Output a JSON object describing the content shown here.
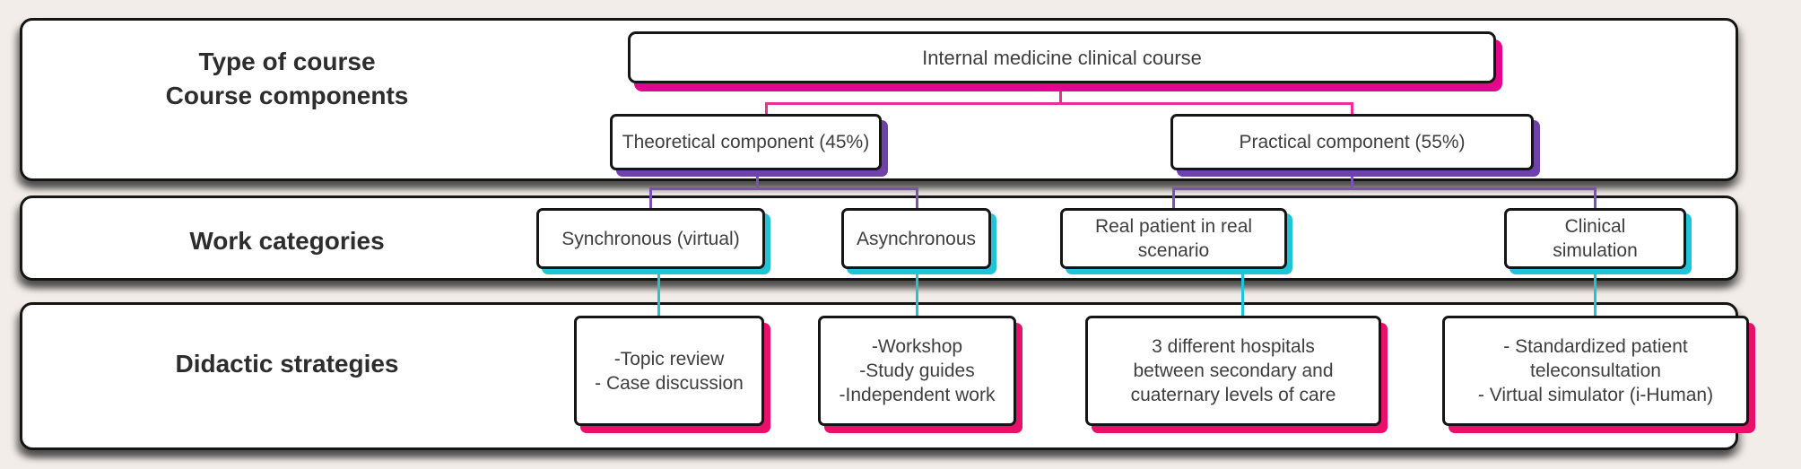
{
  "colors": {
    "background": "#f2ede9",
    "band_fill": "#ffffff",
    "band_border": "#151515",
    "root_shadow_magenta": "#e5058c",
    "component_shadow_purple": "#6e42a8",
    "work_shadow_cyan": "#1fc4d6",
    "didactic_shadow_pink": "#ea0f68",
    "line_pink": "#ee2d96",
    "line_purple": "#7b52b5",
    "line_cyan": "#1fc4d6"
  },
  "rows": [
    {
      "label": "Type of course\nCourse components",
      "nodes": {
        "root": "Internal medicine clinical course",
        "theoretical": "Theoretical component (45%)",
        "practical": "Practical component (55%)"
      }
    },
    {
      "label": "Work categories",
      "nodes": {
        "synchronous": "Synchronous (virtual)",
        "asynchronous": "Asynchronous",
        "real_patient": "Real patient in real\nscenario",
        "clinical_simulation": "Clinical\nsimulation"
      }
    },
    {
      "label": "Didactic strategies",
      "nodes": {
        "synchronous_strategies": "-Topic review\n- Case discussion",
        "asynchronous_strategies": "-Workshop\n-Study guides\n-Independent work",
        "real_patient_strategies": "3 different hospitals\nbetween secondary and\ncuaternary levels of care",
        "simulation_strategies": "- Standardized patient\nteleconsultation\n- Virtual simulator (i-Human)"
      }
    }
  ]
}
